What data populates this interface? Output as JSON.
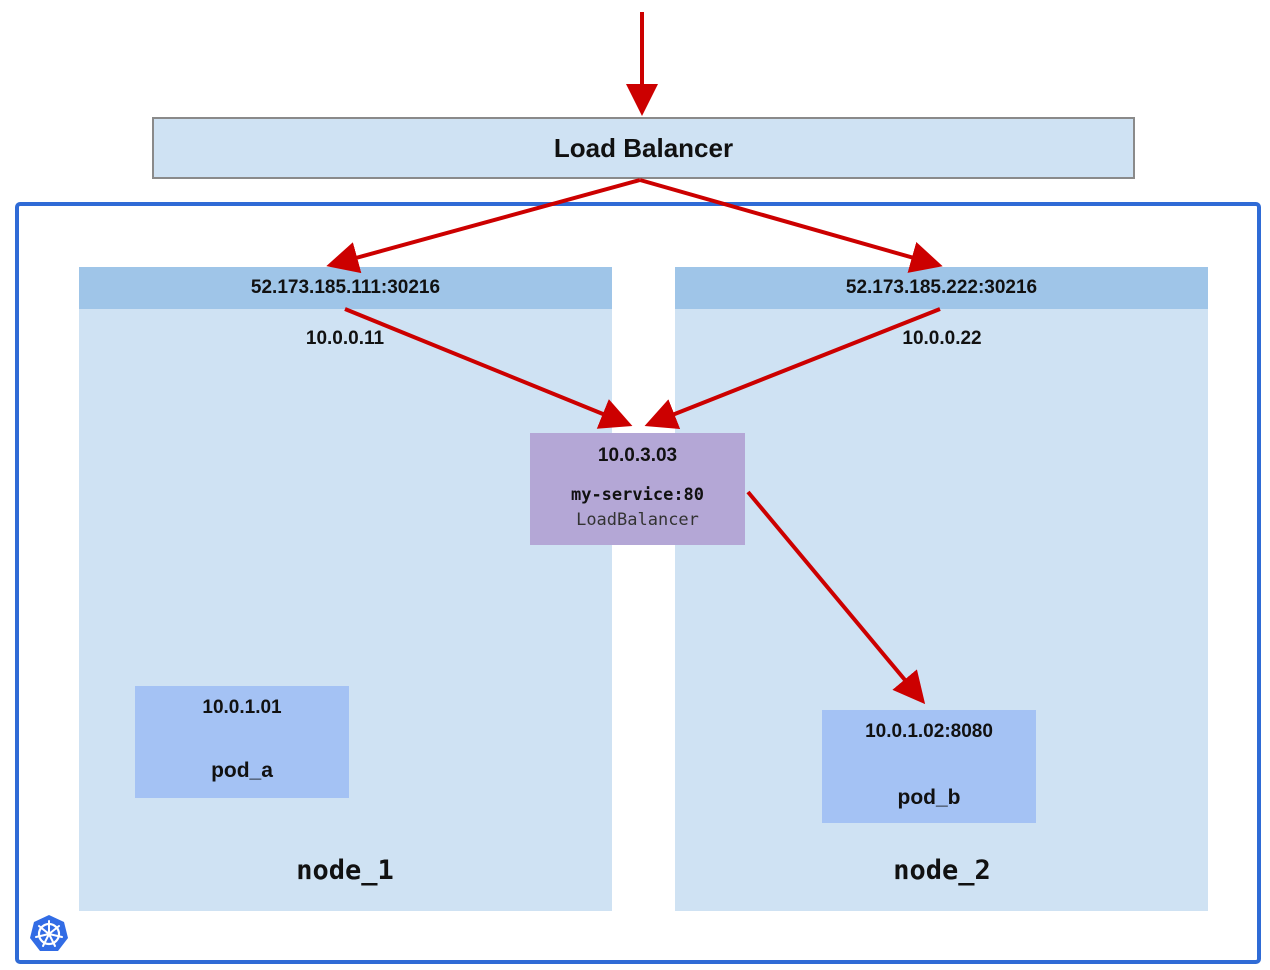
{
  "load_balancer": {
    "label": "Load Balancer"
  },
  "nodes": [
    {
      "name": "node_1",
      "external_endpoint": "52.173.185.111:30216",
      "internal_ip": "10.0.0.11"
    },
    {
      "name": "node_2",
      "external_endpoint": "52.173.185.222:30216",
      "internal_ip": "10.0.0.22"
    }
  ],
  "service": {
    "ip": "10.0.3.03",
    "name": "my-service:80",
    "type": "LoadBalancer"
  },
  "pods": [
    {
      "ip": "10.0.1.01",
      "name": "pod_a"
    },
    {
      "ip": "10.0.1.02:8080",
      "name": "pod_b"
    }
  ],
  "colors": {
    "arrow": "#cc0000",
    "cluster_border": "#2f6bd6",
    "node_fill": "#cfe2f3",
    "node_header": "#9fc5e8",
    "service_fill": "#b4a7d6",
    "pod_fill": "#a4c2f4"
  },
  "icons": {
    "cluster_logo": "kubernetes-helm-icon"
  }
}
